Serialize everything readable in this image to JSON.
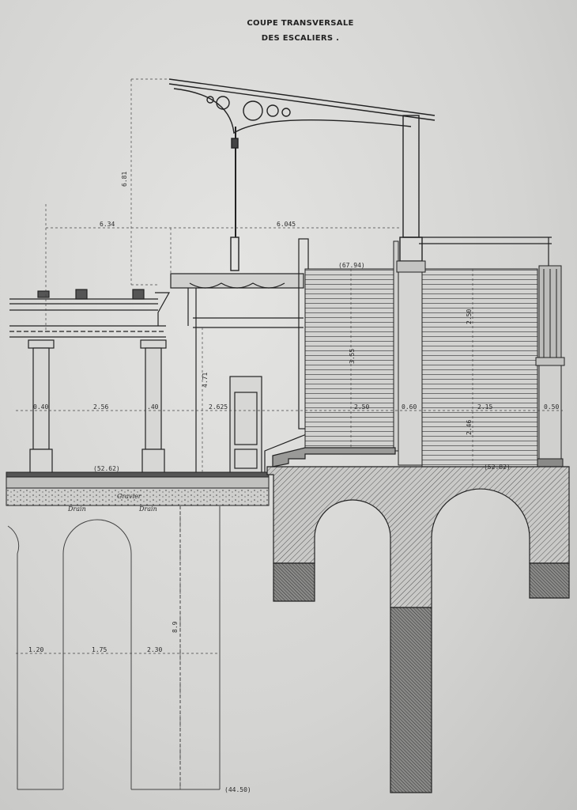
{
  "title": {
    "line1": "COUPE TRANSVERSALE",
    "line2": "DES ESCALIERS ."
  },
  "levels": {
    "upper": "(67.94)",
    "platform": "(52.62)",
    "right_floor": "(52.82)",
    "bottom": "(44.50)"
  },
  "dimensions": {
    "roof_height": "6.81",
    "span_left": "6.34",
    "span_right": "6.045",
    "wall_height": "4.71",
    "stair_height": "3.55",
    "right_height_top": "2.50",
    "right_height_bottom": "2.46",
    "gap_a": "0.40",
    "bay_a": "2.56",
    "gap_b": ".40",
    "bay_b": "2.625",
    "bay_c": "2.50",
    "gap_c": "0.60",
    "bay_d": "2.15",
    "gap_d": "0.50",
    "found_a": "1.20",
    "found_b": "1.75",
    "found_c": "2.30",
    "found_height": "8.9"
  },
  "labels": {
    "gravier": "Gravier",
    "drain_left": "Drain",
    "drain_right": "Drain"
  }
}
